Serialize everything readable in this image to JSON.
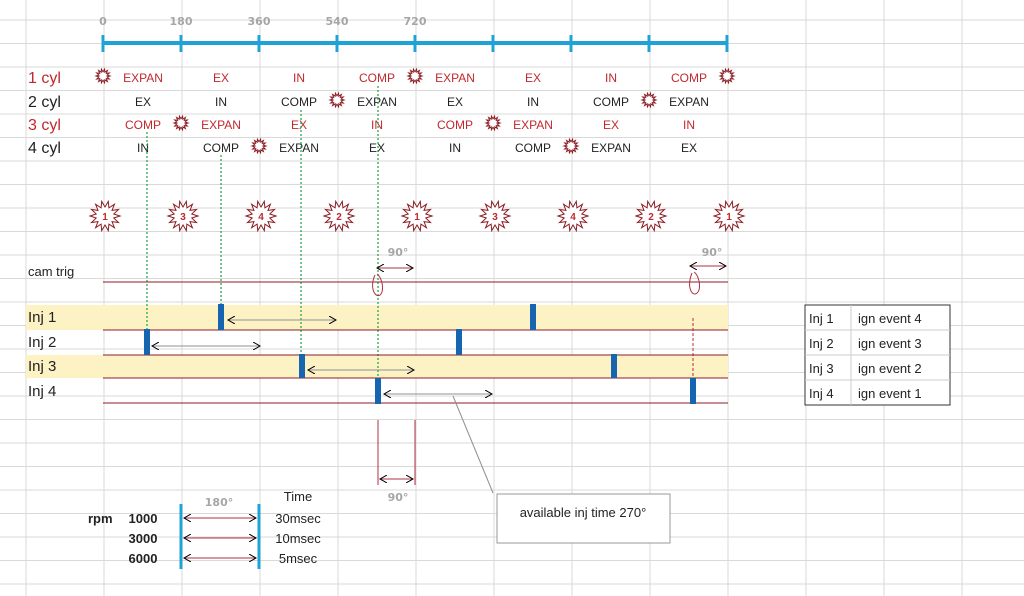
{
  "axis": {
    "ticks": [
      "0",
      "180",
      "360",
      "540",
      "720"
    ],
    "color": "#1fa3d6"
  },
  "cylinders": [
    {
      "label": "1 cyl",
      "color": "#c0282d",
      "strokes": [
        "EXPAN",
        "EX",
        "IN",
        "COMP",
        "EXPAN",
        "EX",
        "IN",
        "COMP"
      ]
    },
    {
      "label": "2 cyl",
      "color": "#222222",
      "strokes": [
        "EX",
        "IN",
        "COMP",
        "EXPAN",
        "EX",
        "IN",
        "COMP",
        "EXPAN"
      ]
    },
    {
      "label": "3 cyl",
      "color": "#c0282d",
      "strokes": [
        "COMP",
        "EXPAN",
        "EX",
        "IN",
        "COMP",
        "EXPAN",
        "EX",
        "IN"
      ]
    },
    {
      "label": "4 cyl",
      "color": "#222222",
      "strokes": [
        "IN",
        "COMP",
        "EXPAN",
        "EX",
        "IN",
        "COMP",
        "EXPAN",
        "EX"
      ]
    }
  ],
  "firing_order": [
    "1",
    "3",
    "4",
    "2",
    "1",
    "3",
    "4",
    "2",
    "1"
  ],
  "cam": {
    "label": "cam trig",
    "angle_label": "90°"
  },
  "injectors": [
    "Inj 1",
    "Inj 2",
    "Inj 3",
    "Inj 4"
  ],
  "legend_table": [
    {
      "inj": "Inj 1",
      "event": "ign event 4"
    },
    {
      "inj": "Inj 2",
      "event": "ign event 3"
    },
    {
      "inj": "Inj 3",
      "event": "ign event 2"
    },
    {
      "inj": "Inj 4",
      "event": "ign event 1"
    }
  ],
  "window_label": "90°",
  "callout": "available inj time  270°",
  "rpm_table": {
    "rpm_label": "rpm",
    "angle_label": "180°",
    "time_header": "Time",
    "rows": [
      {
        "rpm": "1000",
        "time": "30msec"
      },
      {
        "rpm": "3000",
        "time": "10msec"
      },
      {
        "rpm": "6000",
        "time": "5msec"
      }
    ]
  }
}
